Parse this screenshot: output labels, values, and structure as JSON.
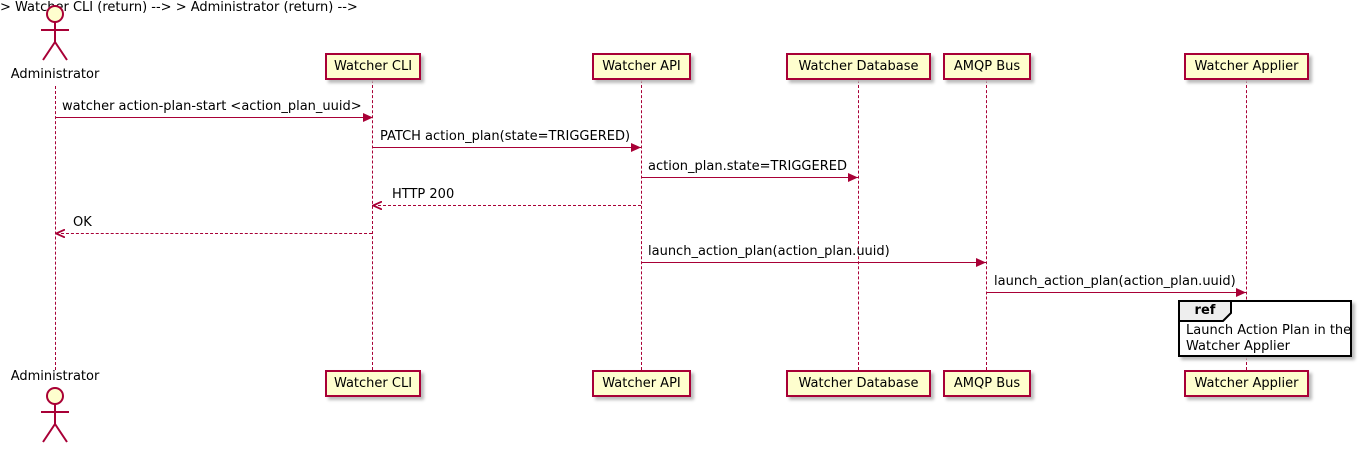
{
  "diagram": {
    "type": "sequence-diagram",
    "colors": {
      "shape_border": "#A80036",
      "shape_fill": "#FEFECE",
      "lifeline": "#A80036",
      "text": "#000000",
      "ref_border": "#000000",
      "ref_fill": "#FFFFFF",
      "ref_tab_fill": "#EEEEEE",
      "shadow": "#BBBBBB"
    },
    "actor": {
      "name": "Administrator"
    },
    "participants": [
      {
        "name": "Watcher CLI"
      },
      {
        "name": "Watcher API"
      },
      {
        "name": "Watcher Database"
      },
      {
        "name": "AMQP Bus"
      },
      {
        "name": "Watcher Applier"
      }
    ],
    "messages": [
      {
        "from": "Administrator",
        "to": "Watcher CLI",
        "label": "watcher action-plan-start <action_plan_uuid>",
        "style": "solid"
      },
      {
        "from": "Watcher CLI",
        "to": "Watcher API",
        "label": "PATCH action_plan(state=TRIGGERED)",
        "style": "solid"
      },
      {
        "from": "Watcher API",
        "to": "Watcher Database",
        "label": "action_plan.state=TRIGGERED",
        "style": "solid"
      },
      {
        "from": "Watcher API",
        "to": "Watcher CLI",
        "label": "HTTP 200",
        "style": "dashed-return"
      },
      {
        "from": "Watcher CLI",
        "to": "Administrator",
        "label": "OK",
        "style": "dashed-return"
      },
      {
        "from": "Watcher API",
        "to": "AMQP Bus",
        "label": "launch_action_plan(action_plan.uuid)",
        "style": "solid"
      },
      {
        "from": "AMQP Bus",
        "to": "Watcher Applier",
        "label": "launch_action_plan(action_plan.uuid)",
        "style": "solid"
      }
    ],
    "ref": {
      "keyword": "ref",
      "line1": "Launch Action Plan in the",
      "line2": "Watcher Applier",
      "over": "Watcher Applier"
    }
  }
}
